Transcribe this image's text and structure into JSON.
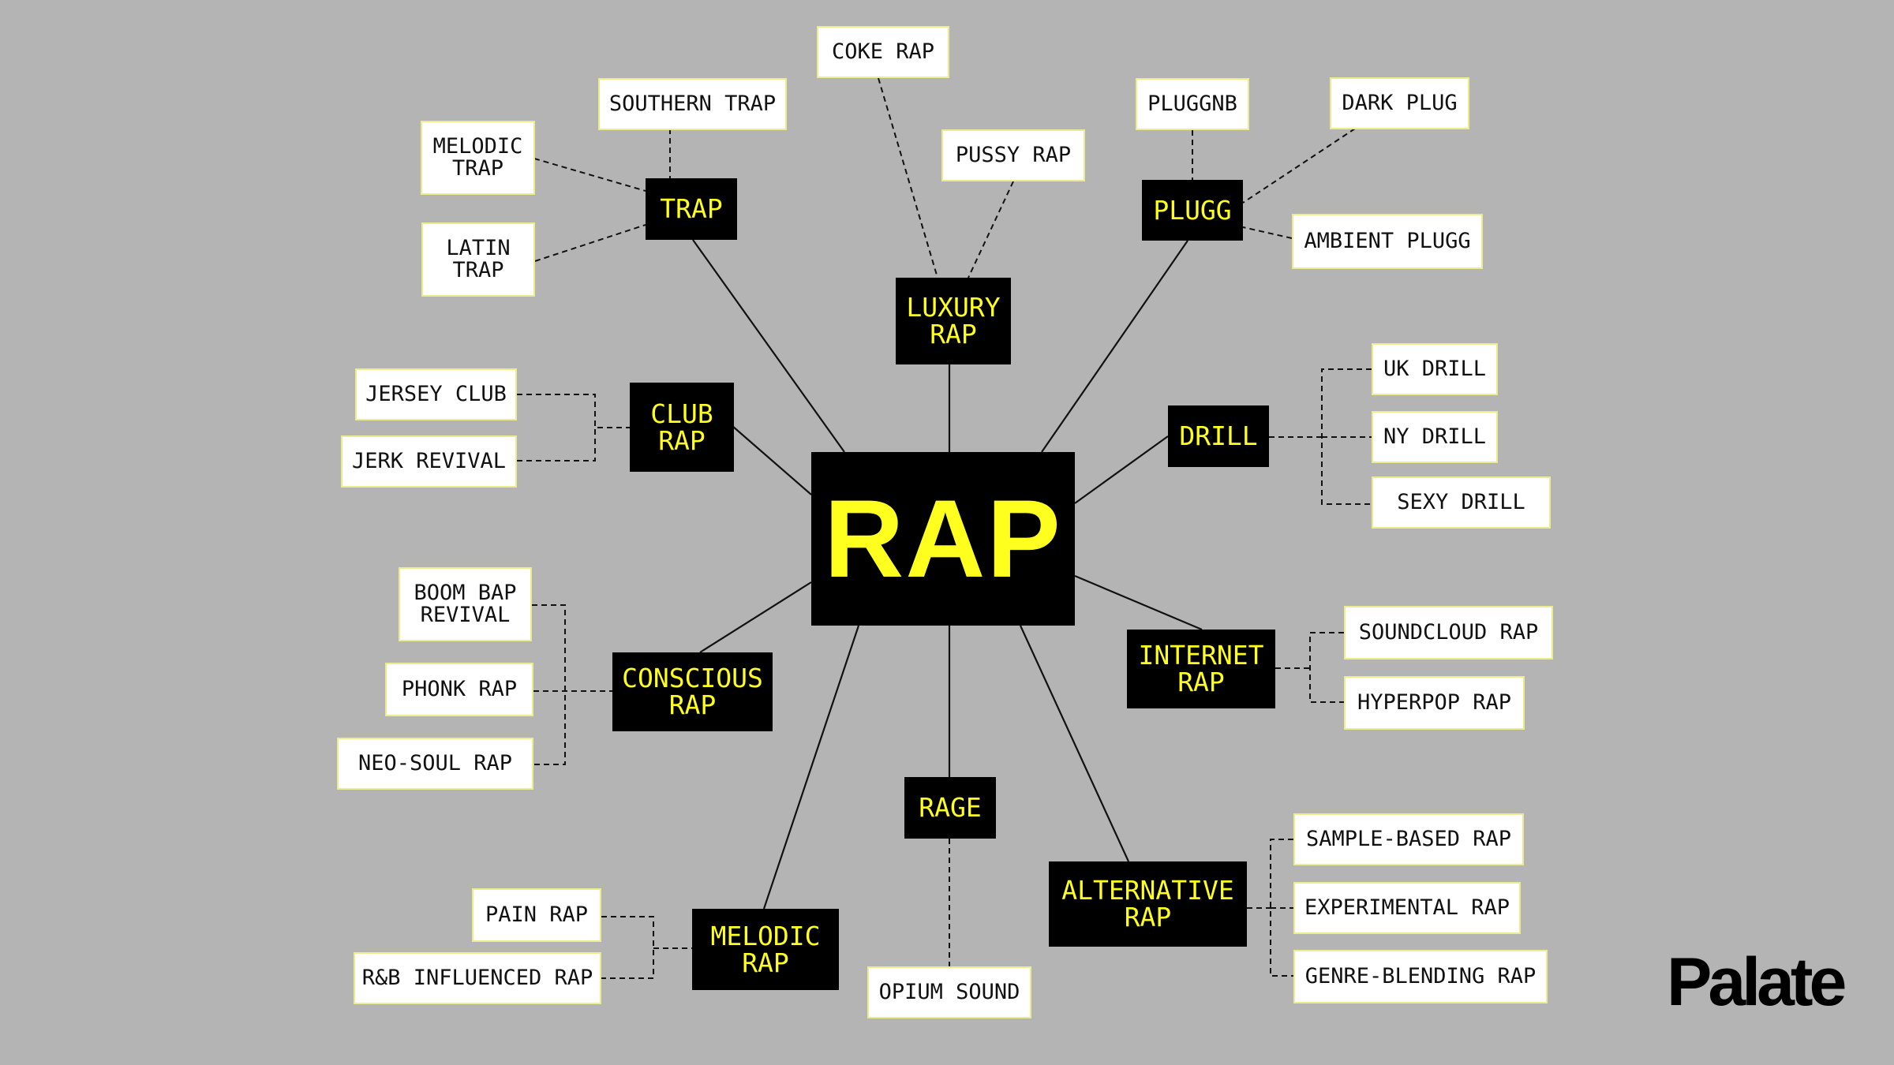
{
  "colors": {
    "background": "#b4b4b4",
    "genre_fill": "#000000",
    "genre_text": "#ffff1f",
    "subgenre_fill": "#ffffff",
    "subgenre_border": "#ecec8c",
    "line": "#111111"
  },
  "center": {
    "label": "RAP"
  },
  "genres": {
    "trap": "TRAP",
    "luxury": "LUXURY\nRAP",
    "plugg": "PLUGG",
    "club": "CLUB\nRAP",
    "drill": "DRILL",
    "conscious": "CONSCIOUS\nRAP",
    "internet": "INTERNET\nRAP",
    "rage": "RAGE",
    "alternative": "ALTERNATIVE\nRAP",
    "melodic": "MELODIC\nRAP"
  },
  "subgenres": {
    "southern_trap": "SOUTHERN TRAP",
    "melodic_trap": "MELODIC\nTRAP",
    "latin_trap": "LATIN\nTRAP",
    "coke_rap": "COKE RAP",
    "pussy_rap": "PUSSY RAP",
    "pluggnb": "PLUGGNB",
    "dark_plug": "DARK PLUG",
    "ambient_plugg": "AMBIENT PLUGG",
    "jersey_club": "JERSEY CLUB",
    "jerk_revival": "JERK REVIVAL",
    "uk_drill": "UK DRILL",
    "ny_drill": "NY DRILL",
    "sexy_drill": "SEXY DRILL",
    "boom_bap_revival": "BOOM BAP\nREVIVAL",
    "phonk_rap": "PHONK RAP",
    "neo_soul_rap": "NEO-SOUL RAP",
    "soundcloud_rap": "SOUNDCLOUD RAP",
    "hyperpop_rap": "HYPERPOP RAP",
    "opium_sound": "OPIUM SOUND",
    "sample_based_rap": "SAMPLE-BASED RAP",
    "experimental_rap": "EXPERIMENTAL RAP",
    "genre_blending_rap": "GENRE-BLENDING RAP",
    "pain_rap": "PAIN RAP",
    "rnb_influenced_rap": "R&B INFLUENCED RAP"
  },
  "brand": {
    "logo": "Palate"
  }
}
